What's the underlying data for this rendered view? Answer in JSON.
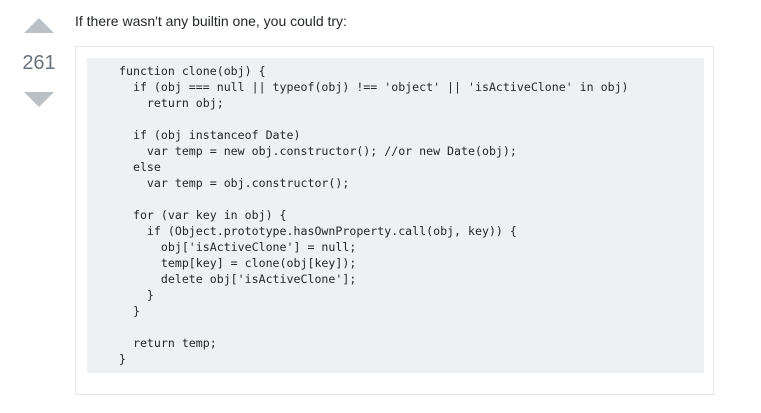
{
  "answer": {
    "vote_count": "261",
    "intro_text": "If there wasn't any builtin one, you could try:",
    "code": "function clone(obj) {\n  if (obj === null || typeof(obj) !== 'object' || 'isActiveClone' in obj)\n    return obj;\n\n  if (obj instanceof Date)\n    var temp = new obj.constructor(); //or new Date(obj);\n  else\n    var temp = obj.constructor();\n\n  for (var key in obj) {\n    if (Object.prototype.hasOwnProperty.call(obj, key)) {\n      obj['isActiveClone'] = null;\n      temp[key] = clone(obj[key]);\n      delete obj['isActiveClone'];\n    }\n  }\n\n  return temp;\n}"
  },
  "icons": {
    "upvote": "arrow-up-icon",
    "downvote": "arrow-down-icon"
  },
  "colors": {
    "vote_arrow": "#bbc0c4",
    "vote_count": "#6a737c",
    "code_background": "#eff0f1",
    "text": "#242729"
  }
}
